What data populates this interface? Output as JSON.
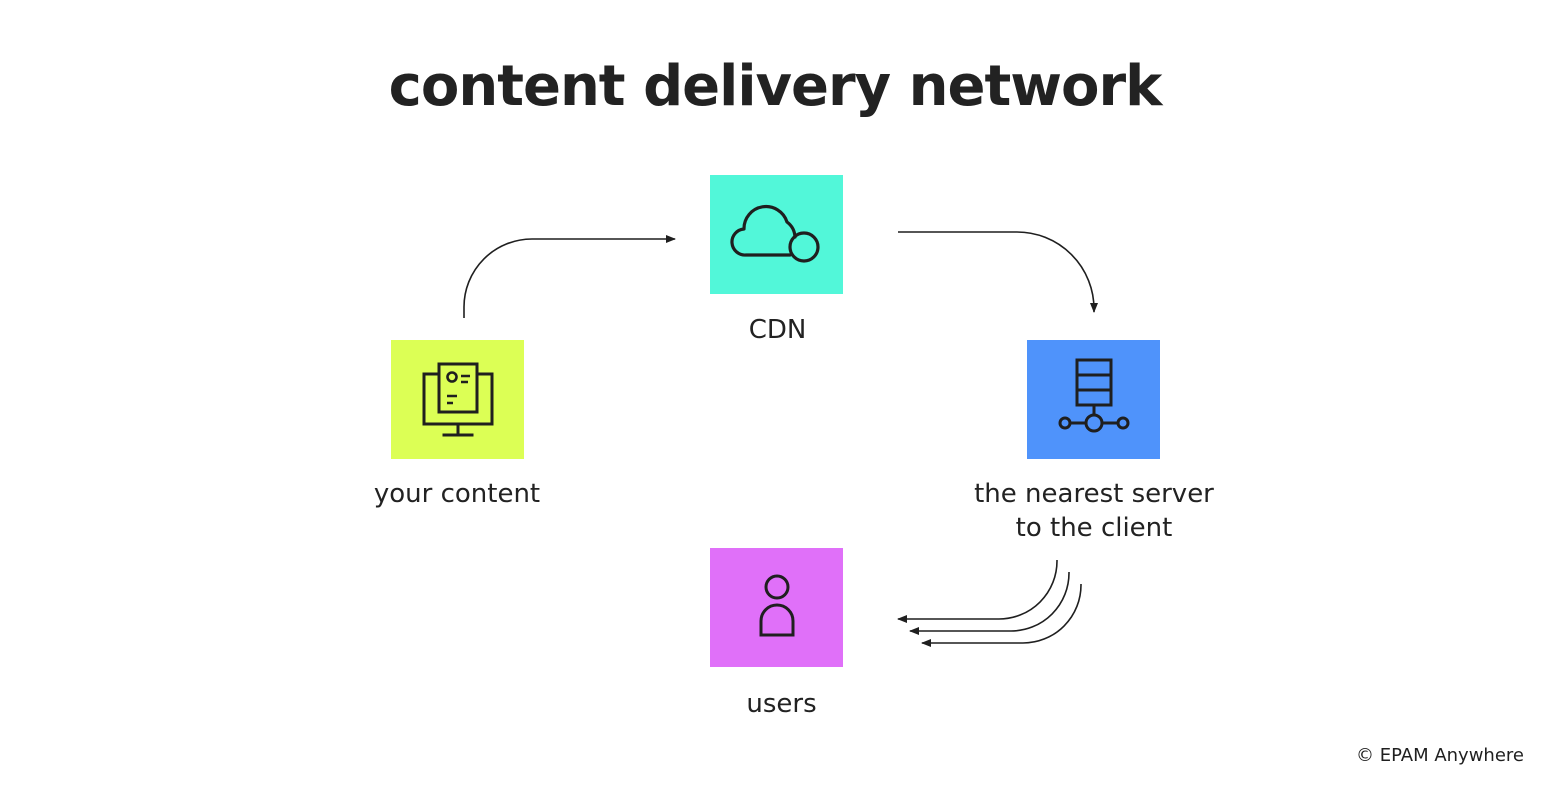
{
  "title": "content delivery network",
  "nodes": {
    "cdn": {
      "label": "CDN",
      "color": "#52f7d9",
      "icon": "cloud-icon"
    },
    "content": {
      "label": "your content",
      "color": "#dcff55",
      "icon": "monitor-document-icon"
    },
    "server": {
      "label_line1": "the nearest server",
      "label_line2": "to the client",
      "color": "#4f93fb",
      "icon": "server-network-icon"
    },
    "users": {
      "label": "users",
      "color": "#e070f9",
      "icon": "user-icon"
    }
  },
  "footer": {
    "copyright": "© EPAM Anywhere"
  }
}
